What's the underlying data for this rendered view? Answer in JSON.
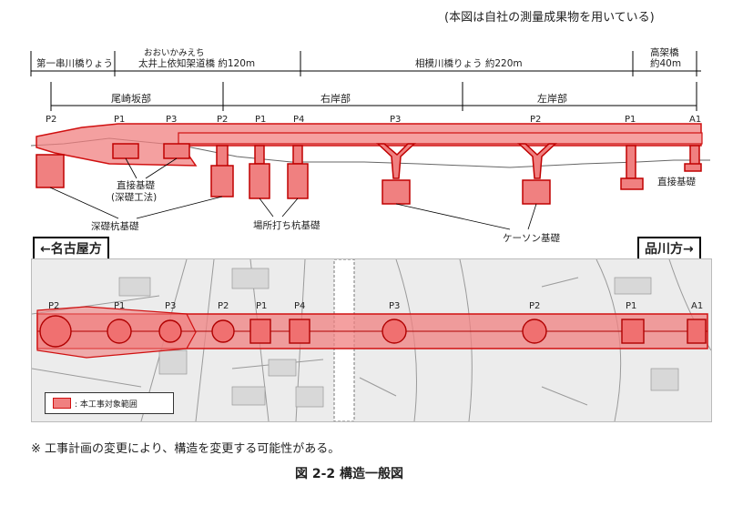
{
  "header_note": "(本図は自社の測量成果物を用いている)",
  "top_labels": {
    "dai_ichi": "第一串川橋りょう",
    "ooikami_kana": "おおいかみえち",
    "ooikami": "太井上依知架道橋  約120m",
    "sagamigawa": "相模川橋りょう  約220m",
    "koukakyo": "高架橋",
    "koukakyo_len": "約40m"
  },
  "sections": {
    "ozaki": "尾崎坂部",
    "ugan": "右岸部",
    "sagan": "左岸部"
  },
  "pier_labels_top": [
    "P2",
    "P1",
    "P3",
    "P2",
    "P1",
    "P4",
    "P3",
    "P2",
    "P1",
    "A1"
  ],
  "pier_labels_plan": [
    "P2",
    "P1",
    "P3",
    "P2",
    "P1",
    "P4",
    "P3",
    "P2",
    "P1",
    "A1"
  ],
  "foundation_labels": {
    "direct_deep": "直接基礎",
    "direct_deep_sub": "(深礎工法)",
    "deep_pile": "深礎杭基礎",
    "cast_pile": "場所打ち杭基礎",
    "caisson": "ケーソン基礎",
    "direct": "直接基礎"
  },
  "directions": {
    "nagoya": "←名古屋方",
    "shinagawa": "品川方→"
  },
  "legend": ": 本工事対象範囲",
  "footnote": "※ 工事計画の変更により、構造を変更する可能性がある。",
  "figure_caption": "図 2-2  構造一般図",
  "colors": {
    "highlight_fill": "#f08080",
    "highlight_stroke": "#d01010",
    "map_bg": "#ececec"
  }
}
